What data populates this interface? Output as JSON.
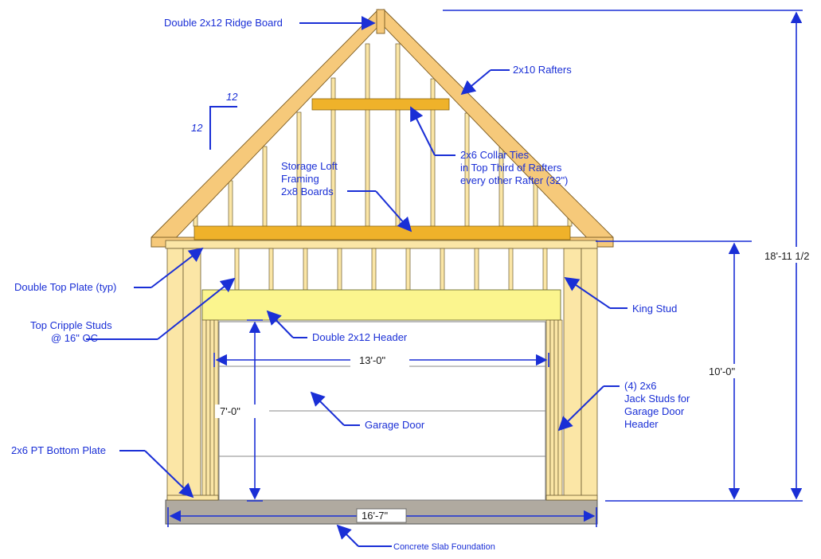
{
  "labels": {
    "ridge": "Double 2x12 Ridge Board",
    "rafters": "2x10 Rafters",
    "collar_1": "2x6 Collar Ties",
    "collar_2": "in Top Third of Rafters",
    "collar_3": "every other Rafter (32\")",
    "loft_1": "Storage Loft",
    "loft_2": "Framing",
    "loft_3": "2x8 Boards",
    "top_plate": "Double Top Plate (typ)",
    "king_stud": "King Stud",
    "cripple_1": "Top Cripple Studs",
    "cripple_2": "@ 16\" OC",
    "header": "Double 2x12 Header",
    "garage_door": "Garage Door",
    "jack_1": "(4) 2x6",
    "jack_2": "Jack Studs for",
    "jack_3": "Garage Door",
    "jack_4": "Header",
    "bottom_plate": "2x6 PT Bottom Plate",
    "slab": "Concrete Slab Foundation"
  },
  "pitch": {
    "run": "12",
    "rise": "12"
  },
  "dimensions": {
    "total_height": "18'-11 1/2",
    "wall_height": "10'-0\"",
    "door_width": "13'-0\"",
    "door_height": "7'-0\"",
    "building_width": "16'-7\""
  },
  "colors": {
    "annotation": "#1a2fd6",
    "rafter": "#f6c97a",
    "wall_framing": "#fbe6a6",
    "loft_framing": "#efb22a",
    "header": "#fbf58e",
    "slab": "#b0aaa0"
  }
}
